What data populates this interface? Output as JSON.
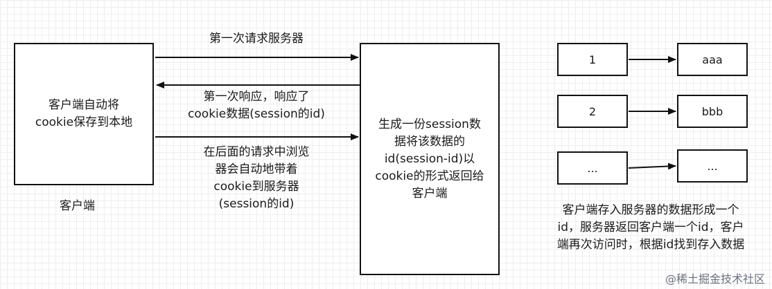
{
  "client_box": {
    "lines": [
      "客户端自动将",
      "cookie保存到本地"
    ]
  },
  "client_label": "客户端",
  "server_box": {
    "lines": [
      "生成一份session数",
      "据将该数据的",
      "id(session-id)以",
      "cookie的形式返回给",
      "客户端"
    ]
  },
  "arrows": {
    "first_request": {
      "lines": [
        "第一次请求服务器"
      ]
    },
    "first_response": {
      "lines": [
        "第一次响应，响应了",
        "cookie数据(session的id)"
      ]
    },
    "later_requests": {
      "lines": [
        "在后面的请求中浏览",
        "器会自动地带着",
        "cookie到服务器",
        "(session的id)"
      ]
    }
  },
  "storage_map": [
    {
      "key": "1",
      "value": "aaa"
    },
    {
      "key": "2",
      "value": "bbb"
    },
    {
      "key": "...",
      "value": "..."
    }
  ],
  "storage_note": {
    "lines": [
      "客户端存入服务器的数据形成一个",
      "id，服务器返回客户端一个id，客户",
      "端再次访问时，根据id找到存入数据"
    ]
  },
  "watermark": "@稀土掘金技术社区"
}
